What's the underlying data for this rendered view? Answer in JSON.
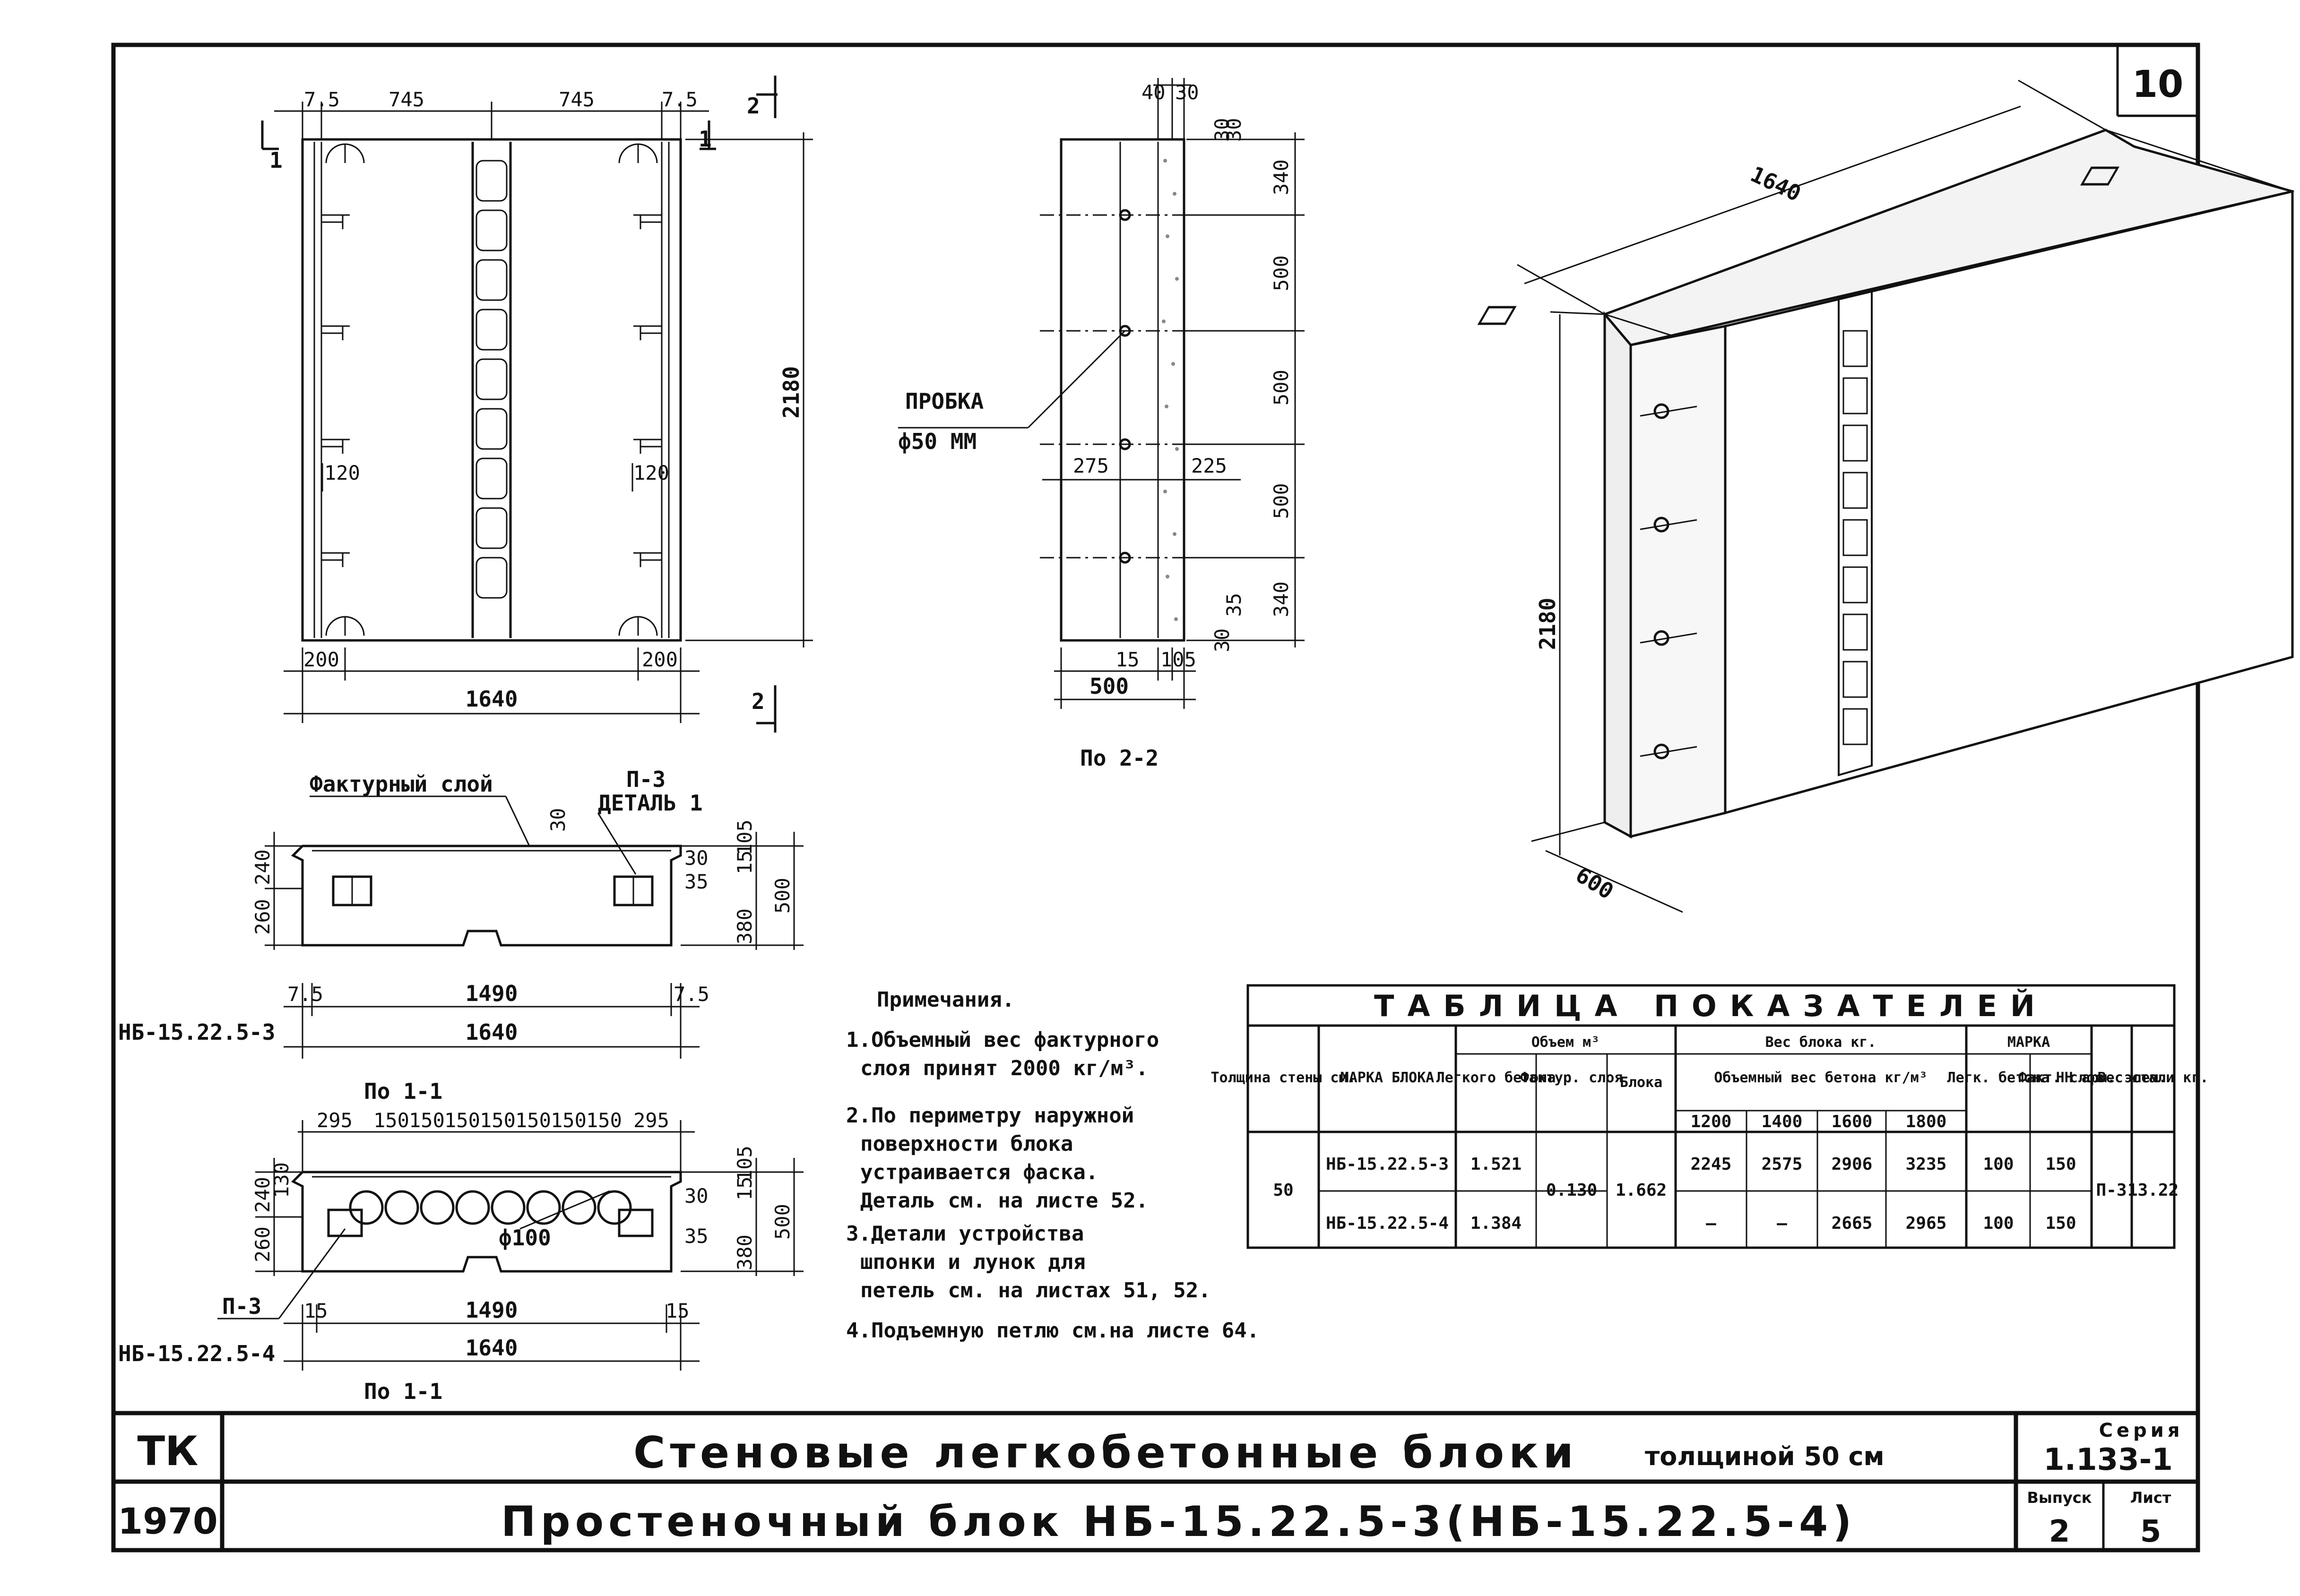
{
  "sheet_number": "10",
  "front_view": {
    "dims_top": [
      "7.5",
      "745",
      "745",
      "7.5"
    ],
    "height": "2180",
    "dim_120_left": "120",
    "dim_120_right": "120",
    "dim_200_left": "200",
    "dim_200_right": "200",
    "width": "1640",
    "cut1_left": "1",
    "cut1_right": "1",
    "cut2_top": "2",
    "cut2_bottom": "2"
  },
  "section_22": {
    "top_dims": [
      "40",
      "30"
    ],
    "right_dims": [
      "30",
      "30",
      "340",
      "500",
      "500",
      "500",
      "340",
      "35",
      "30"
    ],
    "plug_label": "ПРОБКА",
    "plug_size": "ф50 ММ",
    "dim_275": "275",
    "dim_225": "225",
    "bottom_dims": [
      "15",
      "105"
    ],
    "thickness": "500",
    "caption": "По 2-2"
  },
  "section_11a": {
    "facing_layer": "Фактурный слой",
    "p3": "П-3",
    "detail": "ДЕТАЛЬ 1",
    "dim_30": "30",
    "left_dims": [
      "240",
      "260"
    ],
    "right_dims": [
      "30",
      "35",
      "105",
      "15",
      "380",
      "500"
    ],
    "dims_bottom": [
      "7.5",
      "1490",
      "7.5"
    ],
    "width": "1640",
    "mark": "НБ-15.22.5-3",
    "caption": "По 1-1"
  },
  "section_11b": {
    "dims_top": [
      "295",
      "150",
      "150",
      "150",
      "150",
      "150",
      "150",
      "150",
      "295"
    ],
    "left_dims": [
      "130",
      "240",
      "260"
    ],
    "right_dims": [
      "30",
      "35",
      "105",
      "15",
      "380",
      "500"
    ],
    "hole": "ф100",
    "p3": "П-3",
    "dims_bottom": [
      "15",
      "1490",
      "15"
    ],
    "width": "1640",
    "mark": "НБ-15.22.5-4",
    "caption": "По 1-1"
  },
  "iso_view": {
    "length": "1640",
    "height": "2180",
    "depth": "600"
  },
  "notes": {
    "title": "Примечания.",
    "lines": [
      "1.Объемный вес фактурного",
      "слоя принят 2000 кг/м³.",
      "2.По периметру наружной",
      "поверхности блока",
      "устраивается фаска.",
      "Деталь см. на листе 52.",
      "3.Детали устройства",
      "шпонки и лунок для",
      "петель см. на листах 51, 52.",
      "4.Подъемную петлю см.на листе 64."
    ]
  },
  "table": {
    "title": "ТАБЛИЦА ПОКАЗАТЕЛЕЙ",
    "headers": {
      "thickness": "Толщина стены см.",
      "mark": "МАРКА БЛОКА",
      "volume": "Объем м³",
      "vol_light": "Легкого бетона",
      "vol_facing": "Фактур. слоя",
      "vol_block": "Блока",
      "weight": "Вес блока кг.",
      "weight_sub": "Объемный вес бетона кг/м³",
      "densities": [
        "1200",
        "1400",
        "1600",
        "1800"
      ],
      "grade": "МАРКА",
      "grade_light": "Легк. бетона",
      "grade_facing": "Факт. слоя",
      "loops": "НН арм. элем.",
      "steel": "Вес стали кг."
    },
    "thickness_value": "50",
    "rows": [
      {
        "mark": "НБ-15.22.5-3",
        "vol_light": "1.521",
        "w": [
          "2245",
          "2575",
          "2906",
          "3235"
        ],
        "grade_light": "100",
        "grade_facing": "150"
      },
      {
        "mark": "НБ-15.22.5-4",
        "vol_light": "1.384",
        "w": [
          "—",
          "—",
          "2665",
          "2965"
        ],
        "grade_light": "100",
        "grade_facing": "150"
      }
    ],
    "shared": {
      "vol_facing": "0.130",
      "vol_block": "1.662",
      "loops": "П-3",
      "steel": "13.22"
    }
  },
  "title_block": {
    "org": "ТК",
    "year": "1970",
    "title1": "Стеновые легкобетонные блоки",
    "title1_suffix": "толщиной 50 см",
    "title2": "Простеночный блок НБ-15.22.5-3(НБ-15.22.5-4)",
    "series_label": "Серия",
    "series": "1.133-1",
    "issue_label": "Выпуск",
    "issue": "2",
    "sheet_label": "Лист",
    "sheet": "5"
  }
}
